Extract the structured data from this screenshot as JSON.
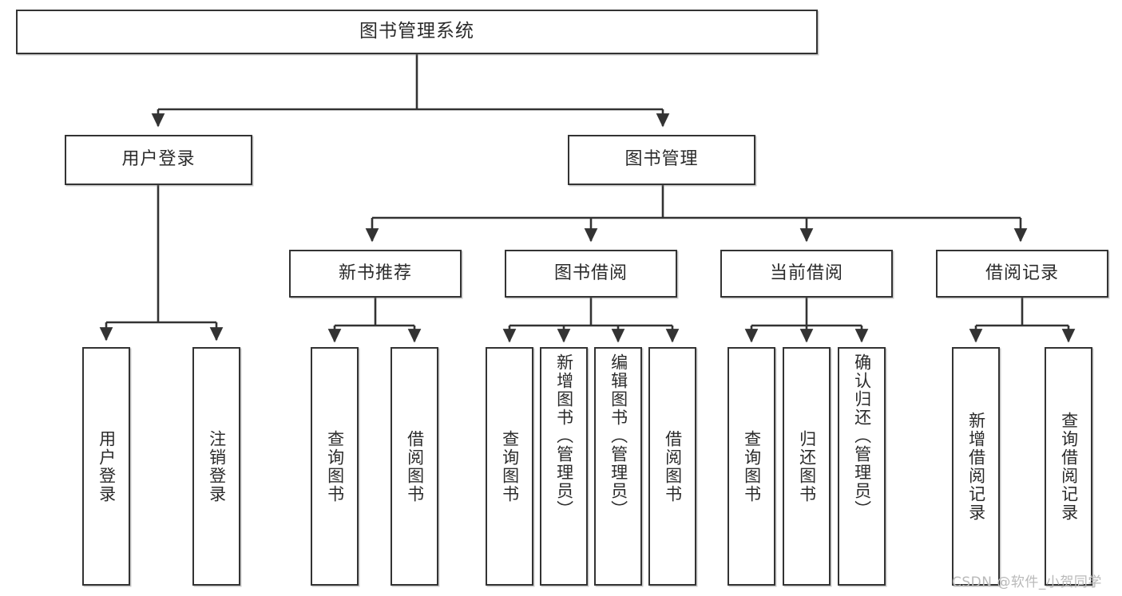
{
  "diagram": {
    "type": "tree-hierarchy",
    "title": "图书管理系统",
    "watermark": "CSDN @软件_小贺同学",
    "colors": {
      "box_border": "#333333",
      "box_fill": "#ffffff",
      "edge": "#333333",
      "text": "#2b2b2b",
      "watermark": "#b9b9b9",
      "background": "#ffffff"
    },
    "nodes": {
      "root": {
        "label": "图书管理系统"
      },
      "level2": [
        {
          "id": "user-login",
          "label": "用户登录"
        },
        {
          "id": "book-manage",
          "label": "图书管理"
        }
      ],
      "level3": [
        {
          "id": "new-book-recommend",
          "label": "新书推荐"
        },
        {
          "id": "book-borrow",
          "label": "图书借阅"
        },
        {
          "id": "current-borrow",
          "label": "当前借阅"
        },
        {
          "id": "borrow-record",
          "label": "借阅记录"
        }
      ],
      "leaves": [
        {
          "id": "leaf-user-login",
          "label": "用户登录",
          "parent": "user-login"
        },
        {
          "id": "leaf-user-logout",
          "label": "注销登录",
          "parent": "user-login"
        },
        {
          "id": "leaf-query-book-1",
          "label": "查询图书",
          "parent": "new-book-recommend"
        },
        {
          "id": "leaf-borrow-book-1",
          "label": "借阅图书",
          "parent": "new-book-recommend"
        },
        {
          "id": "leaf-query-book-2",
          "label": "查询图书",
          "parent": "book-borrow"
        },
        {
          "id": "leaf-add-book",
          "label": "新增图书（管理员）",
          "parent": "book-borrow"
        },
        {
          "id": "leaf-edit-book",
          "label": "编辑图书（管理员）",
          "parent": "book-borrow"
        },
        {
          "id": "leaf-borrow-book-2",
          "label": "借阅图书",
          "parent": "book-borrow"
        },
        {
          "id": "leaf-query-book-3",
          "label": "查询图书",
          "parent": "current-borrow"
        },
        {
          "id": "leaf-return-book",
          "label": "归还图书",
          "parent": "current-borrow"
        },
        {
          "id": "leaf-confirm-return",
          "label": "确认归还（管理员）",
          "parent": "current-borrow"
        },
        {
          "id": "leaf-add-record",
          "label": "新增借阅记录",
          "parent": "borrow-record"
        },
        {
          "id": "leaf-query-record",
          "label": "查询借阅记录",
          "parent": "borrow-record"
        }
      ]
    }
  }
}
